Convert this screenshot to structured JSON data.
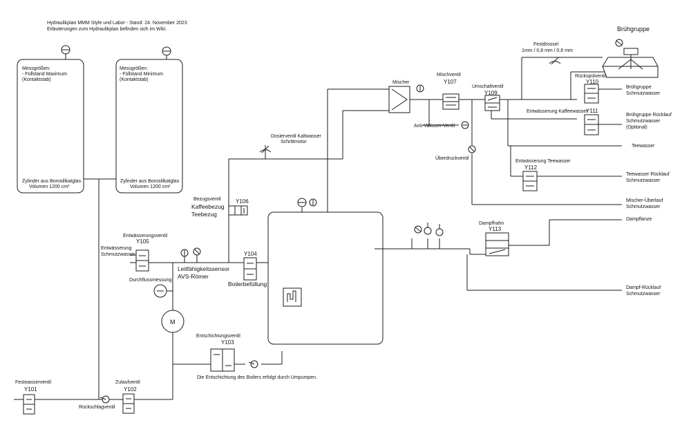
{
  "header": {
    "line1": "Hydraulikplan MMM Style und Labor - Stand: 24. November 2023",
    "line2": "Erläuterungen zum Hydraulikplan befinden sich im Wiki."
  },
  "tanks": {
    "left": {
      "measure_title": "Messgrößen:",
      "measure_item": "- Füllstand Maximum",
      "measure_sub": "(Kontaktstab)",
      "cyl_1": "Zylinder aus Borosilikatglas",
      "cyl_2": "Volumen 1200 cm³"
    },
    "right": {
      "measure_title": "Messgrößen:",
      "measure_item": "- Füllstand Minimum",
      "measure_sub": "(Kontaktstab)",
      "cyl_1": "Zylinder aus Borosilikatglas",
      "cyl_2": "Volumen 1200 cm³"
    }
  },
  "group": {
    "title": "Brühgruppe"
  },
  "labels": {
    "festdrossel": "Festdrossel",
    "festdrossel_sizes": "1mm / 0,8 mm / 0,6 mm",
    "mischer": "Mischer",
    "mischventil": "Mischventil",
    "umschaltventil": "Umschaltventil",
    "rueckspuelventil": "Rückspülventil",
    "bg_schmutz_1": "Brühgruppe",
    "bg_schmutz_2": "Schmutzwasser",
    "entw_kaffee": "Entwässerung Kaffeewasser",
    "bg_ruecklauf_1": "Brühgruppe Rücklauf",
    "bg_ruecklauf_2": "Schmutzwasser",
    "bg_ruecklauf_3": "(Optional)",
    "anti_vakuum": "Anti-Vakuum-Ventil",
    "dosier_1": "Dosierventil Kaltwasser",
    "dosier_2": "Schrittmotor",
    "ueberdruck": "Überdruckventil",
    "teewasser": "Teewasser",
    "entw_tee": "Entwässerung Teewasser",
    "tee_ruecklauf_1": "Teewasser Rücklauf",
    "tee_ruecklauf_2": "Schmutzwasser",
    "mischer_ueberlauf_1": "Mischer-Überlauf",
    "mischer_ueberlauf_2": "Schmutzwasser",
    "bezugsventil": "Bezugsventil",
    "kaffeebezug": "Kaffeebezug",
    "teebezug": "Teebezug",
    "dampfhahn": "Dampfhahn",
    "dampflanze": "Dampflanze",
    "entw_ventil": "Entwässerungsventil",
    "entw_schmutz_1": "Entwässerung",
    "entw_schmutz_2": "Schmutzwasser",
    "leitf_1": "Leitfähigkeitssensor",
    "leitf_2": "AVS-Römer",
    "boilerbefuellung": "Boilerbefüllung",
    "durchfluss": "Durchflussmessung",
    "dampf_ruecklauf_1": "Dampf-Rücklauf",
    "dampf_ruecklauf_2": "Schmutzwasser",
    "entschichtung": "Entschichtungsventil",
    "entschichtung_note": "Die Entschichtung des Boilers erfolgt durch Umpumpen.",
    "festwasser": "Festwasserventil",
    "zulauf": "Zulaufventil",
    "rueckschlag": "Rückschlagventil",
    "pump_letter": "M"
  },
  "valves": {
    "y101": "Y101",
    "y102": "Y102",
    "y103": "Y103",
    "y104": "Y104",
    "y105": "Y105",
    "y106": "Y106",
    "y107": "Y107",
    "y109": "Y109",
    "y110": "Y110",
    "y111": "Y111",
    "y112": "Y112",
    "y113": "Y113"
  },
  "colors": {
    "line": "#1a1a1a",
    "background": "#ffffff"
  }
}
